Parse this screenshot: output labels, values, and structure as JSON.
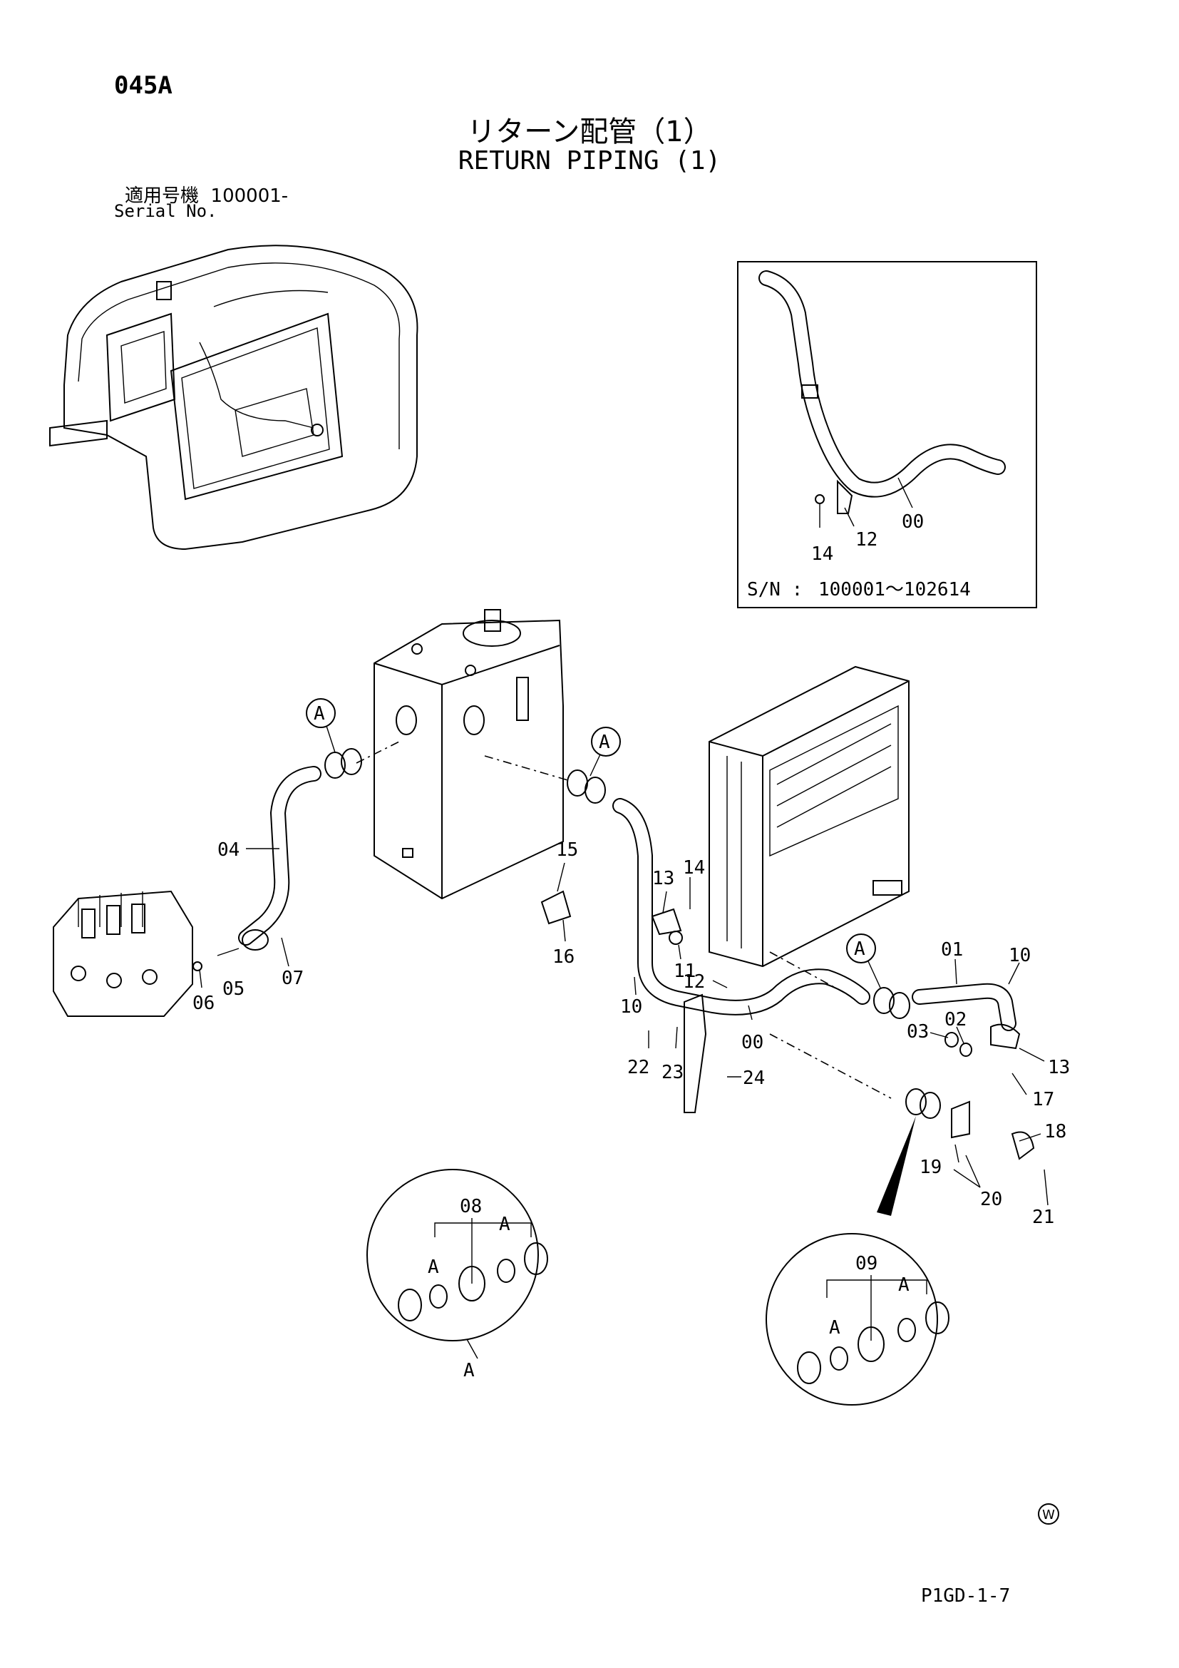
{
  "header": {
    "page_code": "045A",
    "title_ja": "リターン配管（1）",
    "title_en": "RETURN PIPING (1)",
    "serial_label_ja": "適用号機",
    "serial_value": "100001-",
    "serial_label_en": "Serial No."
  },
  "inset": {
    "serial_range_label": "S/N :",
    "serial_range_value": "100001～102614",
    "callouts": [
      "14",
      "12",
      "00"
    ]
  },
  "callouts": {
    "p04": "04",
    "p05": "05",
    "p06": "06",
    "p07": "07",
    "p15": "15",
    "p16": "16",
    "p13a": "13",
    "p14": "14",
    "p11": "11",
    "p12": "12",
    "p10a": "10",
    "p22": "22",
    "p23": "23",
    "p00": "00",
    "p24": "24",
    "p01": "01",
    "p10b": "10",
    "p02": "02",
    "p03": "03",
    "p13b": "13",
    "p17": "17",
    "p18": "18",
    "p19": "19",
    "p20": "20",
    "p21": "21",
    "p08": "08",
    "p09": "09"
  },
  "detail_marker": "A",
  "footer": {
    "watermark": "W",
    "doc_code": "P1GD-1-7"
  }
}
